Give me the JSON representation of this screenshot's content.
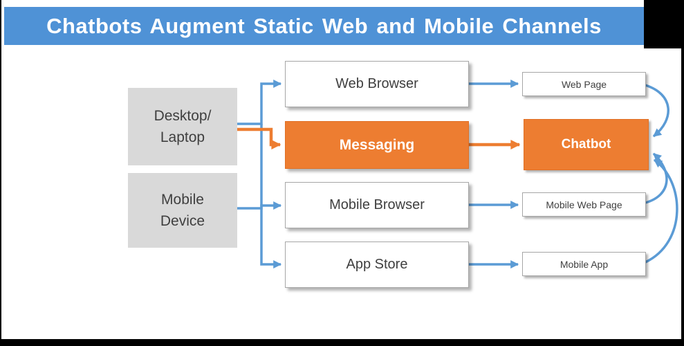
{
  "title": "Chatbots Augment Static Web and Mobile Channels",
  "devices": [
    {
      "id": "desktop-laptop",
      "label": "Desktop/\nLaptop"
    },
    {
      "id": "mobile-device",
      "label": "Mobile\nDevice"
    }
  ],
  "channels": [
    {
      "id": "web-browser",
      "label": "Web Browser",
      "highlight": false
    },
    {
      "id": "messaging",
      "label": "Messaging",
      "highlight": true
    },
    {
      "id": "mobile-browser",
      "label": "Mobile Browser",
      "highlight": false
    },
    {
      "id": "app-store",
      "label": "App Store",
      "highlight": false
    }
  ],
  "endpoints": [
    {
      "id": "web-page",
      "label": "Web Page",
      "highlight": false
    },
    {
      "id": "chatbot",
      "label": "Chatbot",
      "highlight": true
    },
    {
      "id": "mobile-web-page",
      "label": "Mobile Web Page",
      "highlight": false
    },
    {
      "id": "mobile-app",
      "label": "Mobile App",
      "highlight": false
    }
  ],
  "colors": {
    "banner_blue": "#4f92d6",
    "arrow_blue": "#5b9bd5",
    "accent_orange": "#ed7d31",
    "device_gray": "#d9d9d9",
    "text_dark": "#3f3f3f"
  }
}
